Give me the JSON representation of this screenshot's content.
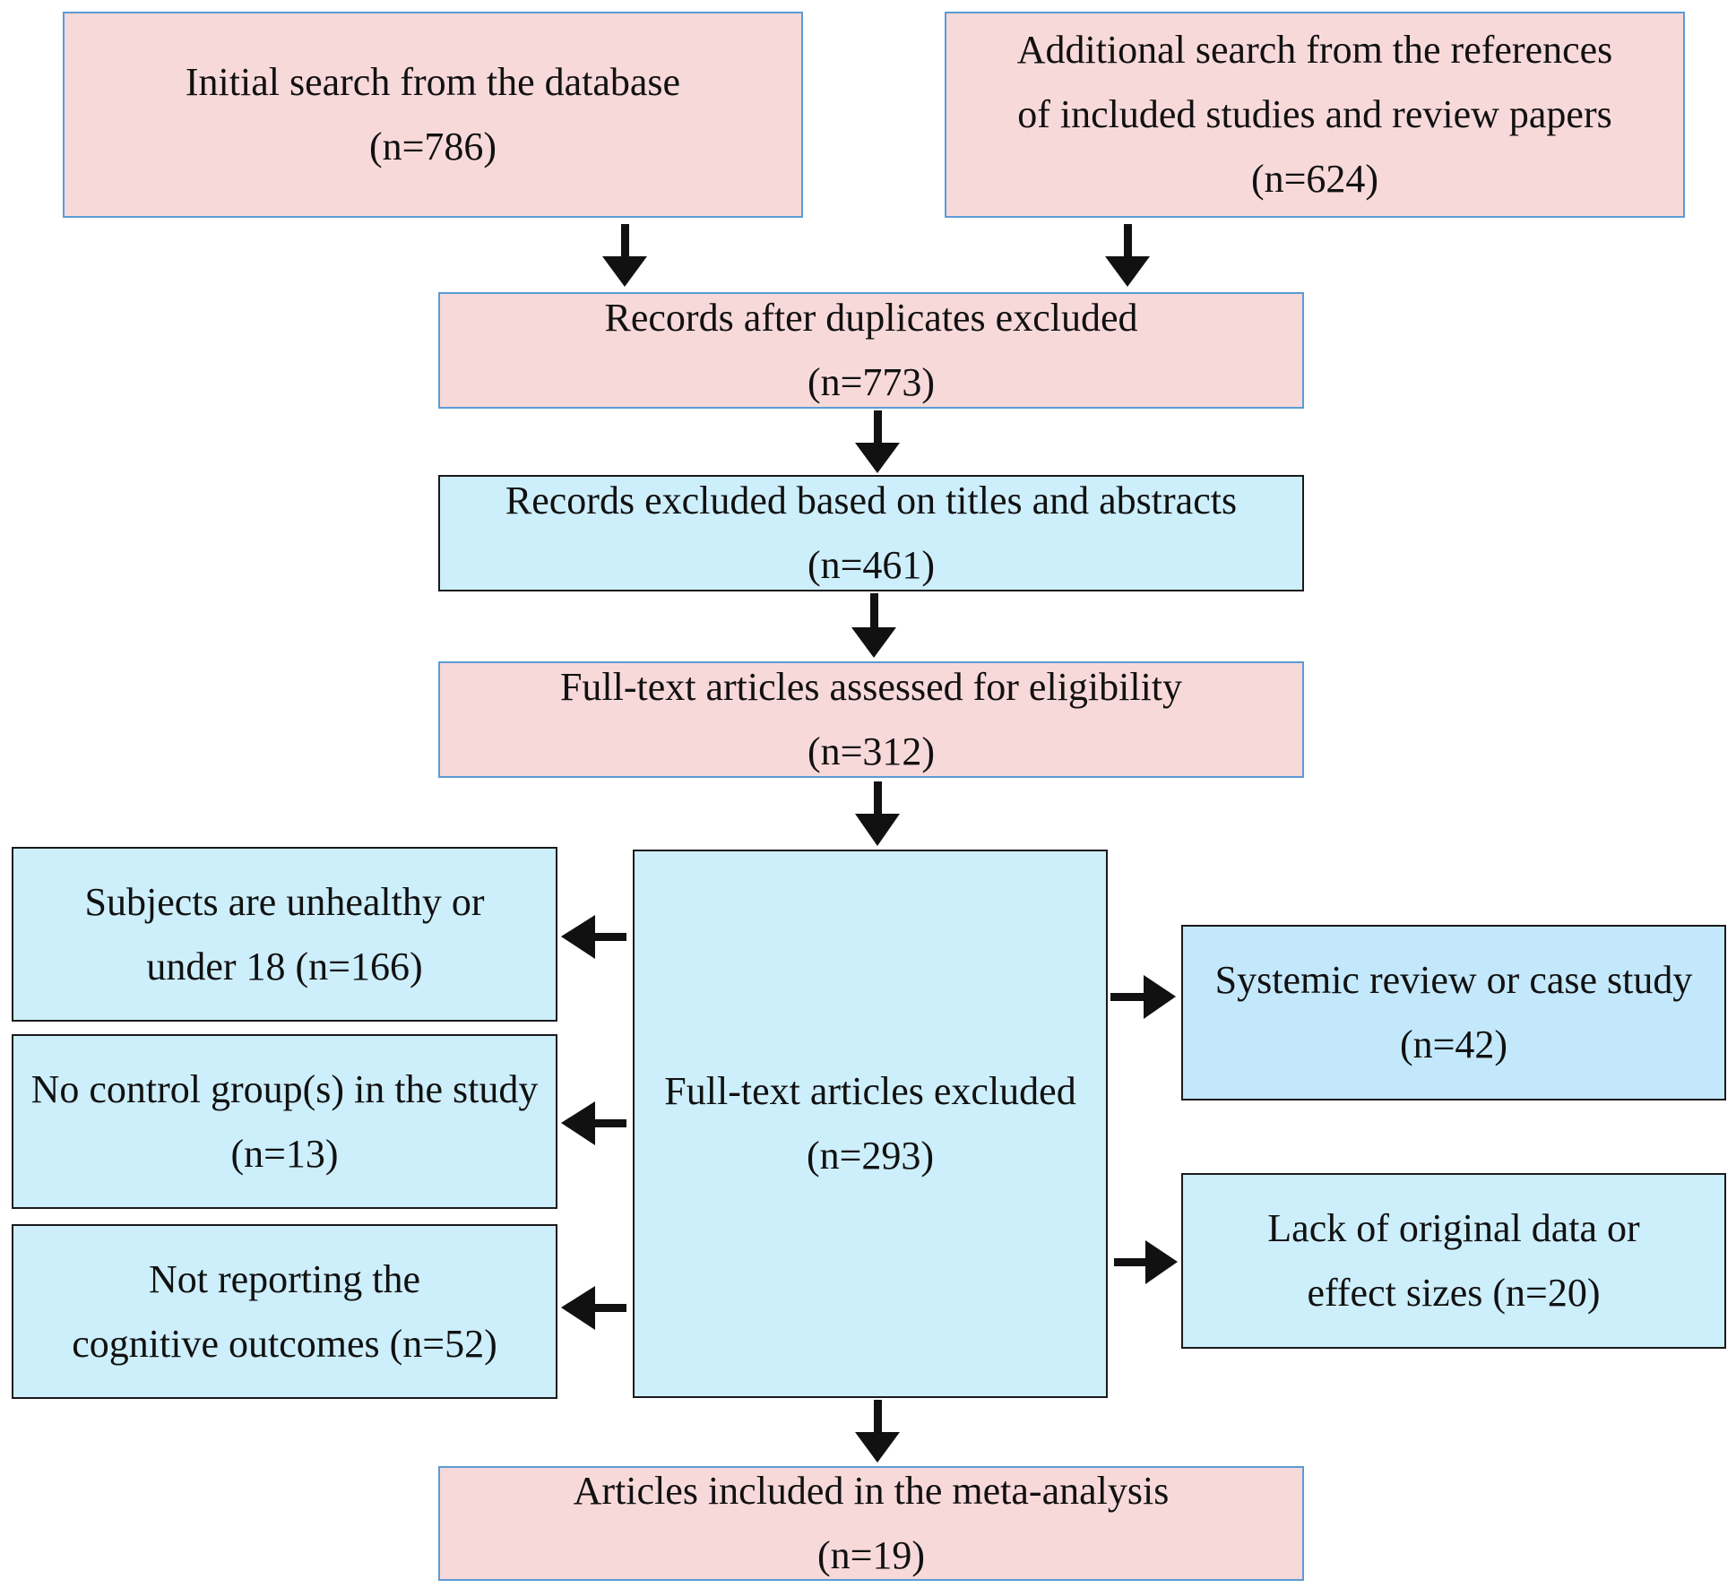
{
  "boxes": {
    "initial_search": {
      "line1": "Initial search from the database",
      "count": "(n=786)"
    },
    "additional_search": {
      "line1": "Additional search from the references",
      "line2": "of included studies and review papers",
      "count": "(n=624)"
    },
    "after_duplicates": {
      "line1": "Records after duplicates excluded",
      "count": "(n=773)"
    },
    "excluded_titles": {
      "line1": "Records excluded based on titles and abstracts",
      "count": "(n=461)"
    },
    "fulltext_assessed": {
      "line1": "Full-text articles assessed for eligibility",
      "count": "(n=312)"
    },
    "fulltext_excluded": {
      "line1": "Full-text articles excluded",
      "count": "(n=293)"
    },
    "unhealthy": {
      "line1": "Subjects are unhealthy or",
      "line2": "under 18 (n=166)"
    },
    "no_control": {
      "line1": "No control group(s) in the study",
      "count": "(n=13)"
    },
    "not_reporting": {
      "line1": "Not reporting the",
      "line2": "cognitive outcomes (n=52)"
    },
    "systemic_review": {
      "line1": "Systemic review or case study",
      "count": "(n=42)"
    },
    "lack_data": {
      "line1": "Lack of original data or",
      "line2": "effect sizes (n=20)"
    },
    "included": {
      "line1": "Articles included in the meta-analysis",
      "count": "(n=19)"
    }
  }
}
